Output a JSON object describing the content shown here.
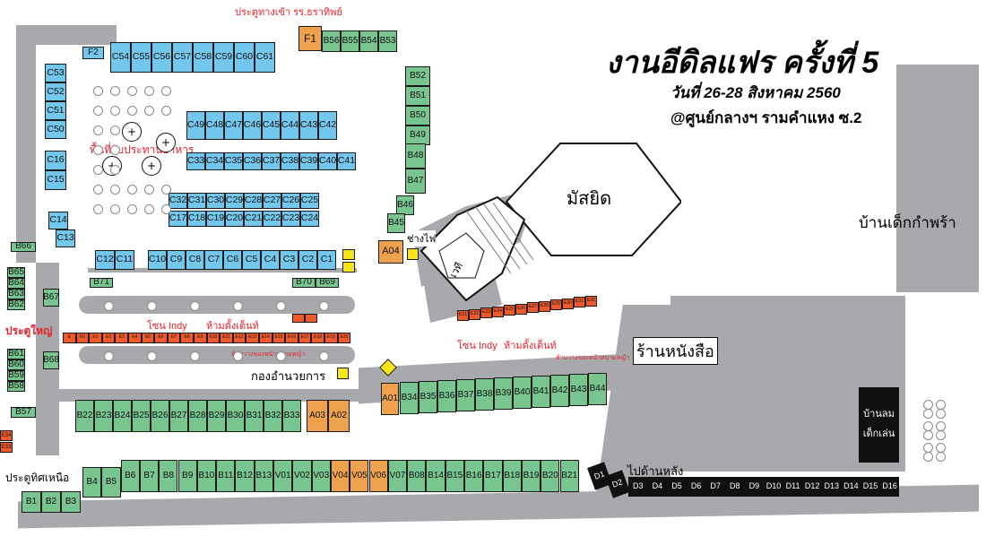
{
  "title": "งานอีดิลแฟร ครั้งที่ 5",
  "date": "วันที่ 26-28 สิงหาคม 2560",
  "venue": "@ศูนย์กลางฯ รามคำแหง ซ.2",
  "labels": {
    "gate_front": "ประตูทางเข้า รร.ธราทิพย์",
    "gate_main": "ประตูใหญ่",
    "gate_north": "ประตูทิศเหนือ",
    "mosque": "มัสยิด",
    "orphanage": "บ้านเด็กกำพร้า",
    "bookstore": "ร้านหนังสือ",
    "dining": "พื้นที่รับประทานอาหาร",
    "zone_indy_left": "โซน Indy",
    "zone_indy_right": "โซน Indy",
    "no_tables_left": "ห้ามตั้งเต็นท์",
    "no_tables_right": "ห้ามตั้งเต็นท์",
    "prayer_left": "ห้ามวางของหน้าสนามหญ้า",
    "prayer_right": "ห้ามวางของหน้าสนามหญ้า",
    "committee": "กองอำนวยการ",
    "stage": "เวที",
    "electrician": "ช่างไฟ",
    "to_back": "ไปด้านหลัง",
    "playground_1": "บ้านลม",
    "playground_2": "เด็กเล่น"
  },
  "booths": {
    "f": [
      "F1",
      "F2"
    ],
    "c_top": [
      "C\n54",
      "C\n55",
      "C\n56",
      "C\n57",
      "C\n58",
      "C\n59",
      "C\n60",
      "C\n61"
    ],
    "c_mid": [
      "C\n49",
      "C\n48",
      "C\n47",
      "C\n46",
      "C\n45",
      "C\n44",
      "C\n43",
      "C\n42"
    ],
    "c_row3": [
      "C33",
      "C34",
      "C35",
      "C36",
      "C37",
      "C38",
      "C39",
      "C40",
      "C41"
    ],
    "c_row4a": [
      "C32",
      "C31",
      "C30",
      "C29",
      "C28",
      "C27",
      "C26",
      "C25"
    ],
    "c_row4b": [
      "C17",
      "C18",
      "C19",
      "C20",
      "C21",
      "C22",
      "C23",
      "C24"
    ],
    "c_left": [
      "C53",
      "C52",
      "C51",
      "C50",
      "C16",
      "C15",
      "C14",
      "C13"
    ],
    "c_row5": [
      "C12",
      "C11",
      "C10",
      "C9",
      "C8",
      "C7",
      "C6",
      "C5",
      "C4",
      "C3",
      "C2",
      "C1"
    ],
    "b_top": [
      "B56",
      "B55",
      "B54",
      "B53"
    ],
    "b_col": [
      "B52",
      "B51",
      "B50",
      "B49",
      "B\n48",
      "B\n47",
      "B\n46",
      "B\n45"
    ],
    "b_misc": [
      "B71",
      "B70",
      "B69",
      "B66",
      "B65",
      "B64",
      "B63",
      "B62",
      "B67",
      "B61",
      "B60",
      "B59",
      "B58",
      "B68",
      "B57",
      "E34",
      "E33"
    ],
    "a": [
      "A04",
      "A\n01",
      "A\n03",
      "A\n02"
    ],
    "b_east": [
      "B\n34",
      "B\n35",
      "B\n36",
      "B\n37",
      "B\n38",
      "B\n39",
      "B\n40",
      "B\n41",
      "B\n42",
      "B\n43",
      "B\n44"
    ],
    "b_mid": [
      "B\n22",
      "B\n23",
      "B\n24",
      "B\n25",
      "B\n26",
      "B\n27",
      "B\n28",
      "B\n29",
      "B\n30",
      "B\n31",
      "B\n32",
      "B\n33"
    ],
    "bottom": [
      "B\n4",
      "B\n5",
      "B\n6",
      "B\n7",
      "B\n8",
      "B\n9",
      "B\n10",
      "B\n11",
      "B\n12",
      "B\n13",
      "V\n01",
      "V\n02",
      "V\n03",
      "V\n04",
      "V\n05",
      "V\n06",
      "V\n07",
      "B\n08",
      "B\n14",
      "B\n15",
      "B\n16",
      "B\n17",
      "B\n18",
      "B\n19",
      "B\n20",
      "B\n21"
    ],
    "b_sw": [
      "B\n1",
      "B\n2",
      "B\n3"
    ],
    "d": [
      "D1",
      "D2",
      "D3",
      "D4",
      "D5",
      "D6",
      "D7",
      "D8",
      "D9",
      "D10",
      "D11",
      "D12",
      "D13",
      "D14",
      "D15",
      "D16"
    ],
    "e_row": [
      "E",
      "E0",
      "E1",
      "E2",
      "E3",
      "E4",
      "E5",
      "E6",
      "E7",
      "E8",
      "E9",
      "E10",
      "E11",
      "E12",
      "E13",
      "E14",
      "E15",
      "E16",
      "E17",
      "E18",
      "E19",
      "E20"
    ],
    "e_right": [
      "E21",
      "E22",
      "E23",
      "E24",
      "E25",
      "E26",
      "E27",
      "E28",
      "E29",
      "E30",
      "E31",
      "E32"
    ]
  },
  "colors": {
    "c_booth": "#74c7ec",
    "b_booth": "#78c58f",
    "orange_booth": "#eea24e",
    "d_booth": "#111111",
    "e_booth": "#f05a2a",
    "ground": "#a7a9ac",
    "red_text": "#e8212b",
    "yellow": "#f7e417"
  }
}
